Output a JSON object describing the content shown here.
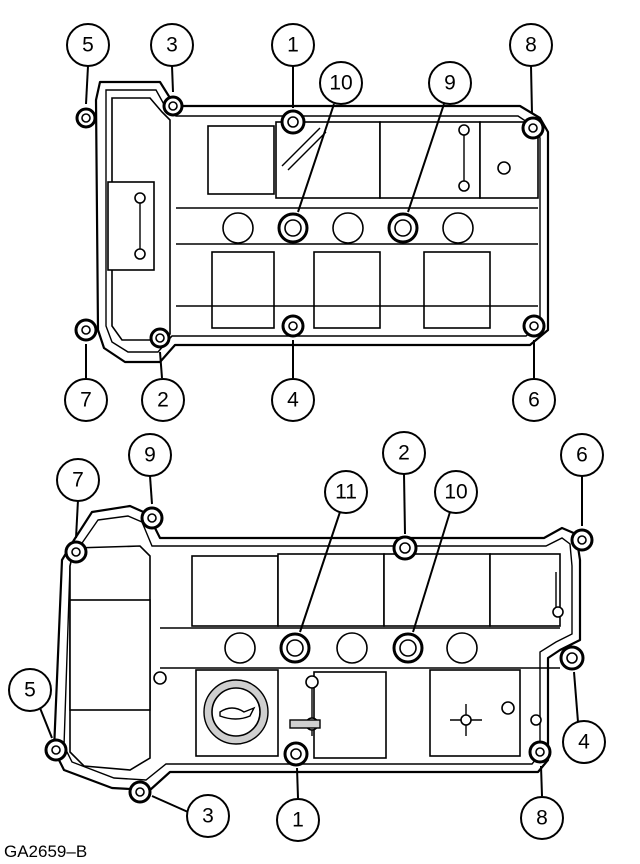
{
  "figure_code": "GA2659–B",
  "top_cover": {
    "callouts": [
      {
        "label": "5"
      },
      {
        "label": "3"
      },
      {
        "label": "1"
      },
      {
        "label": "10"
      },
      {
        "label": "9"
      },
      {
        "label": "8"
      },
      {
        "label": "7"
      },
      {
        "label": "2"
      },
      {
        "label": "4"
      },
      {
        "label": "6"
      }
    ]
  },
  "bottom_cover": {
    "callouts": [
      {
        "label": "7"
      },
      {
        "label": "9"
      },
      {
        "label": "2"
      },
      {
        "label": "11"
      },
      {
        "label": "10"
      },
      {
        "label": "6"
      },
      {
        "label": "5"
      },
      {
        "label": "4"
      },
      {
        "label": "3"
      },
      {
        "label": "1"
      },
      {
        "label": "8"
      }
    ]
  }
}
